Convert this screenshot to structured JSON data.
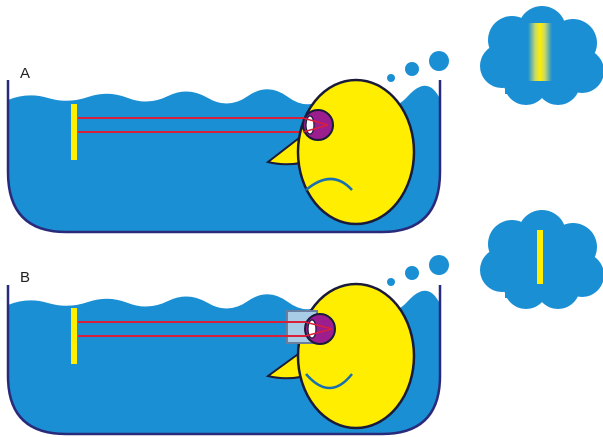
{
  "panels": [
    {
      "label": "A",
      "thought": "blurred-yellow-bar",
      "expression": "frown",
      "has_goggles": false
    },
    {
      "label": "B",
      "thought": "sharp-yellow-bar",
      "expression": "smile",
      "has_goggles": true
    }
  ],
  "colors": {
    "water": "#1a8fd4",
    "tub_outline": "#2a2a7a",
    "duck_body": "#ffee00",
    "duck_outline": "#1a1a3a",
    "eye": "#9b1d8e",
    "light_ray": "#d8203a",
    "target_bar": "#ffee00",
    "thought_cloud": "#1a8fd4",
    "goggle_glass": "#a8cce6",
    "mouth": "#1a6fb0"
  }
}
